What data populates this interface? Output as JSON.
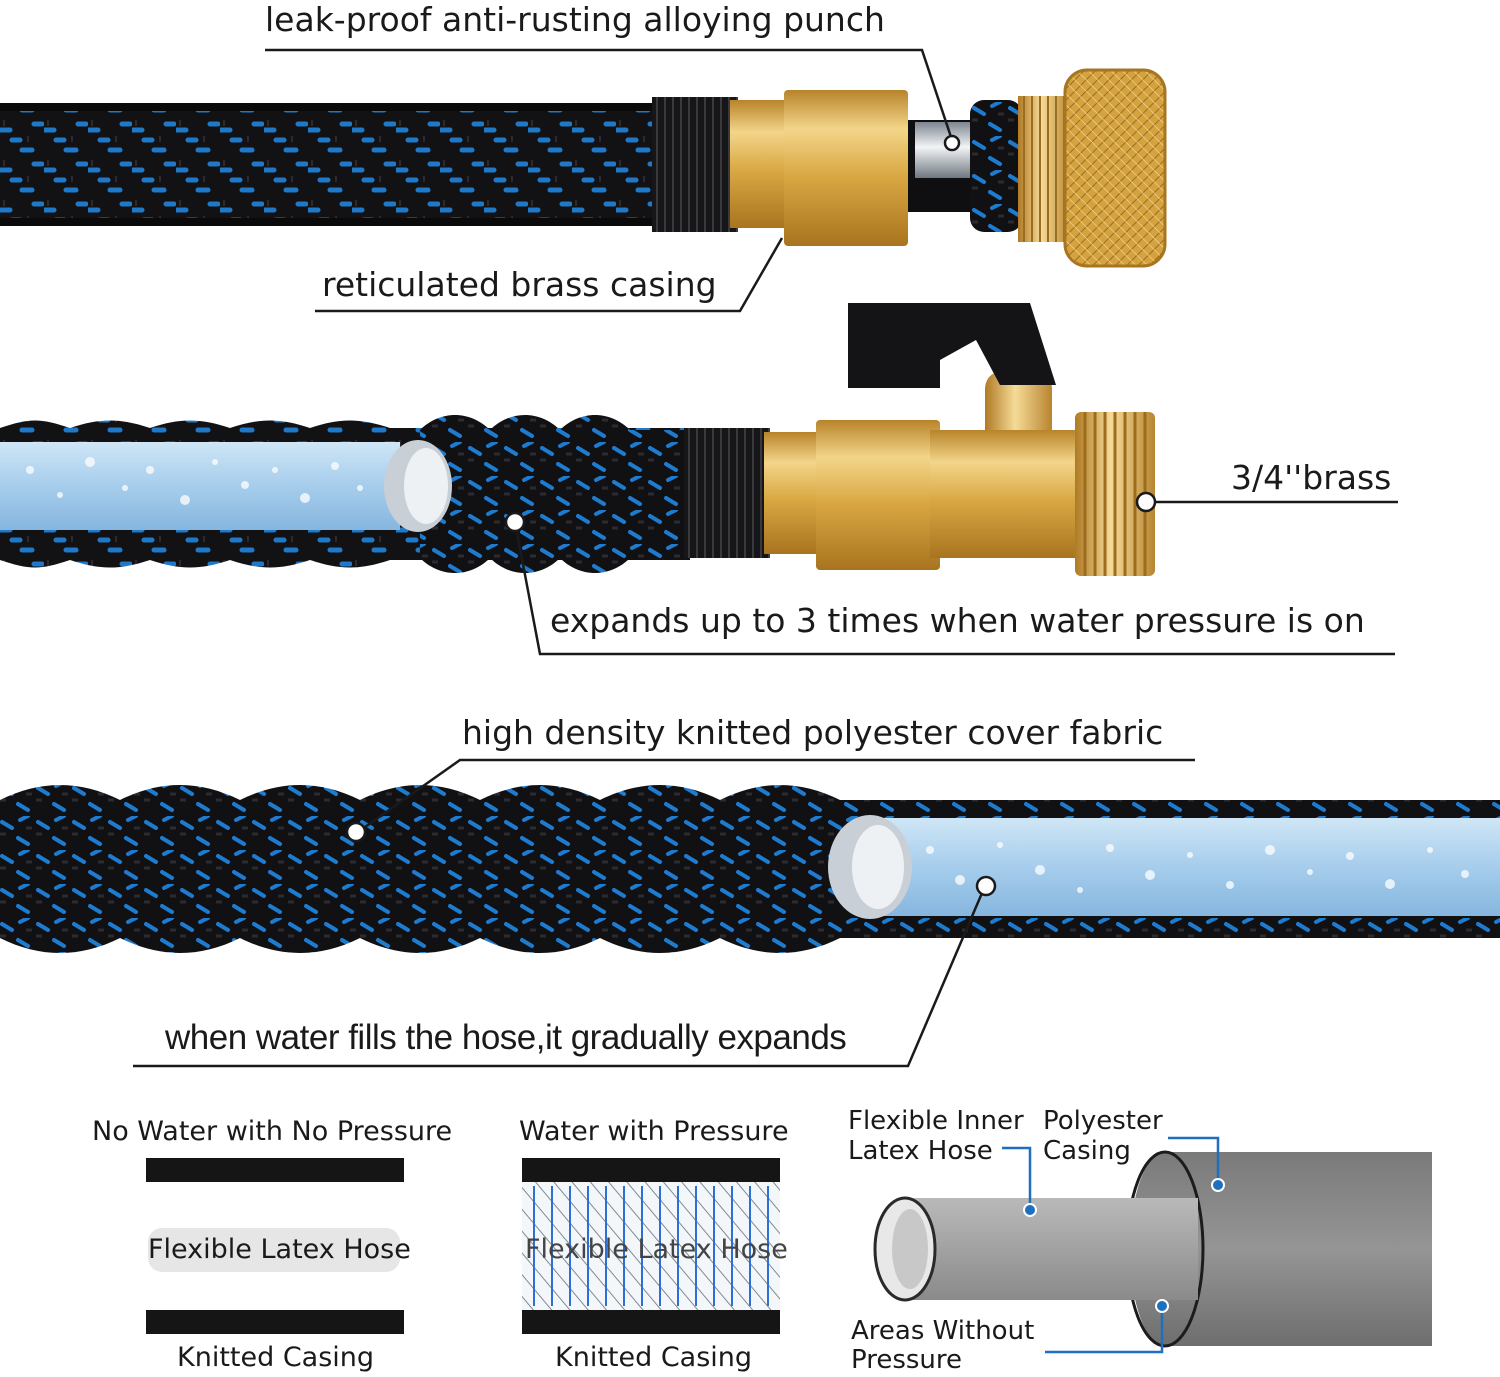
{
  "callouts": {
    "punch": "leak-proof anti-rusting alloying punch",
    "casing": "reticulated brass casing",
    "brass": "3/4''brass",
    "expands": "expands up to 3 times when water pressure is on",
    "fabric": "high density knitted polyester cover fabric",
    "fills": "when water fills the hose,it gradually expands"
  },
  "panels": {
    "no_pressure": {
      "title": "No Water with No Pressure",
      "middle": "Flexible Latex Hose",
      "bottom": "Knitted Casing"
    },
    "with_pressure": {
      "title": "Water with Pressure",
      "middle": "Flexible Latex Hose",
      "bottom": "Knitted Casing"
    },
    "cross_section": {
      "inner_line1": "Flexible Inner",
      "inner_line2": "Latex Hose",
      "casing_line1": "Polyester",
      "casing_line2": "Casing",
      "areas_line1": "Areas Without",
      "areas_line2": "Pressure"
    }
  },
  "colors": {
    "fabric_black": "#121214",
    "fabric_blue": "#1f78c8",
    "latex_blue": "#a9d1ee",
    "brass": "#d9a843",
    "brass_light": "#f3d58a",
    "leader_blue": "#1f6fc0",
    "gray_hose": "#9a9a9a"
  }
}
